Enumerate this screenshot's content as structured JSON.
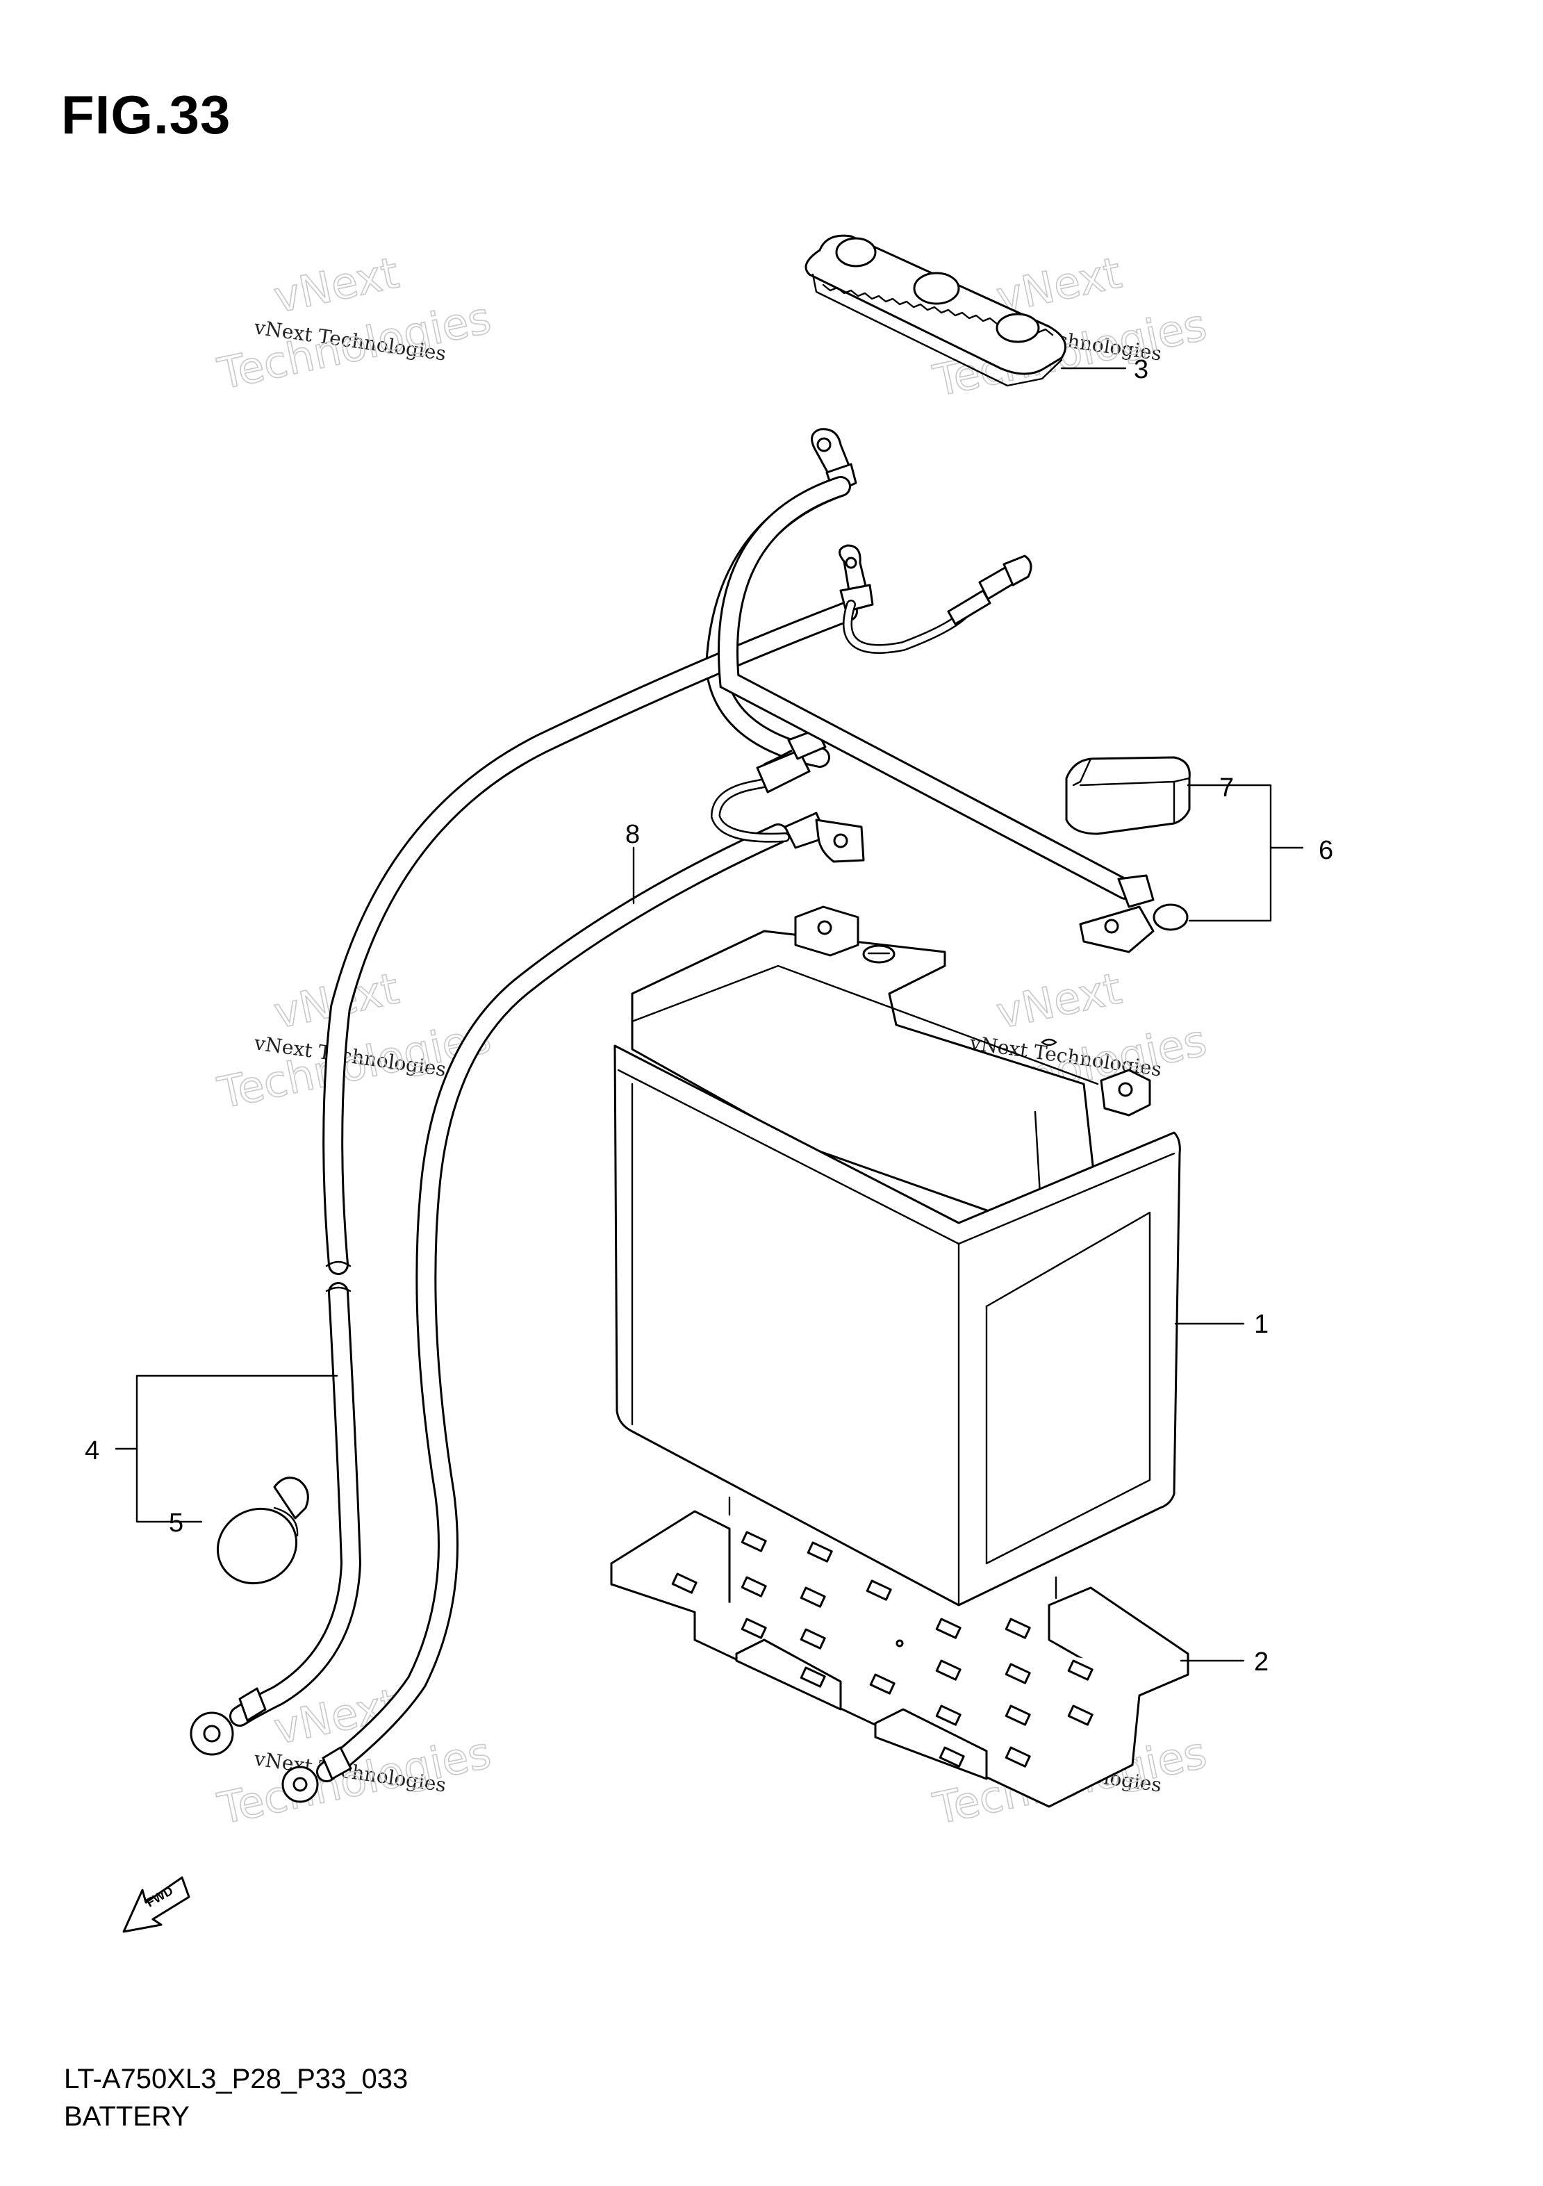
{
  "figure": {
    "title": "FIG.33"
  },
  "footer": {
    "code": "LT-A750XL3_P28_P33_033",
    "name": "BATTERY"
  },
  "callouts": [
    "1",
    "2",
    "3",
    "4",
    "5",
    "6",
    "7",
    "8"
  ],
  "watermark": {
    "line1": "vNext",
    "line2": "vNext Technologies",
    "line3": "Technologies"
  },
  "fwd_label": "FWD"
}
